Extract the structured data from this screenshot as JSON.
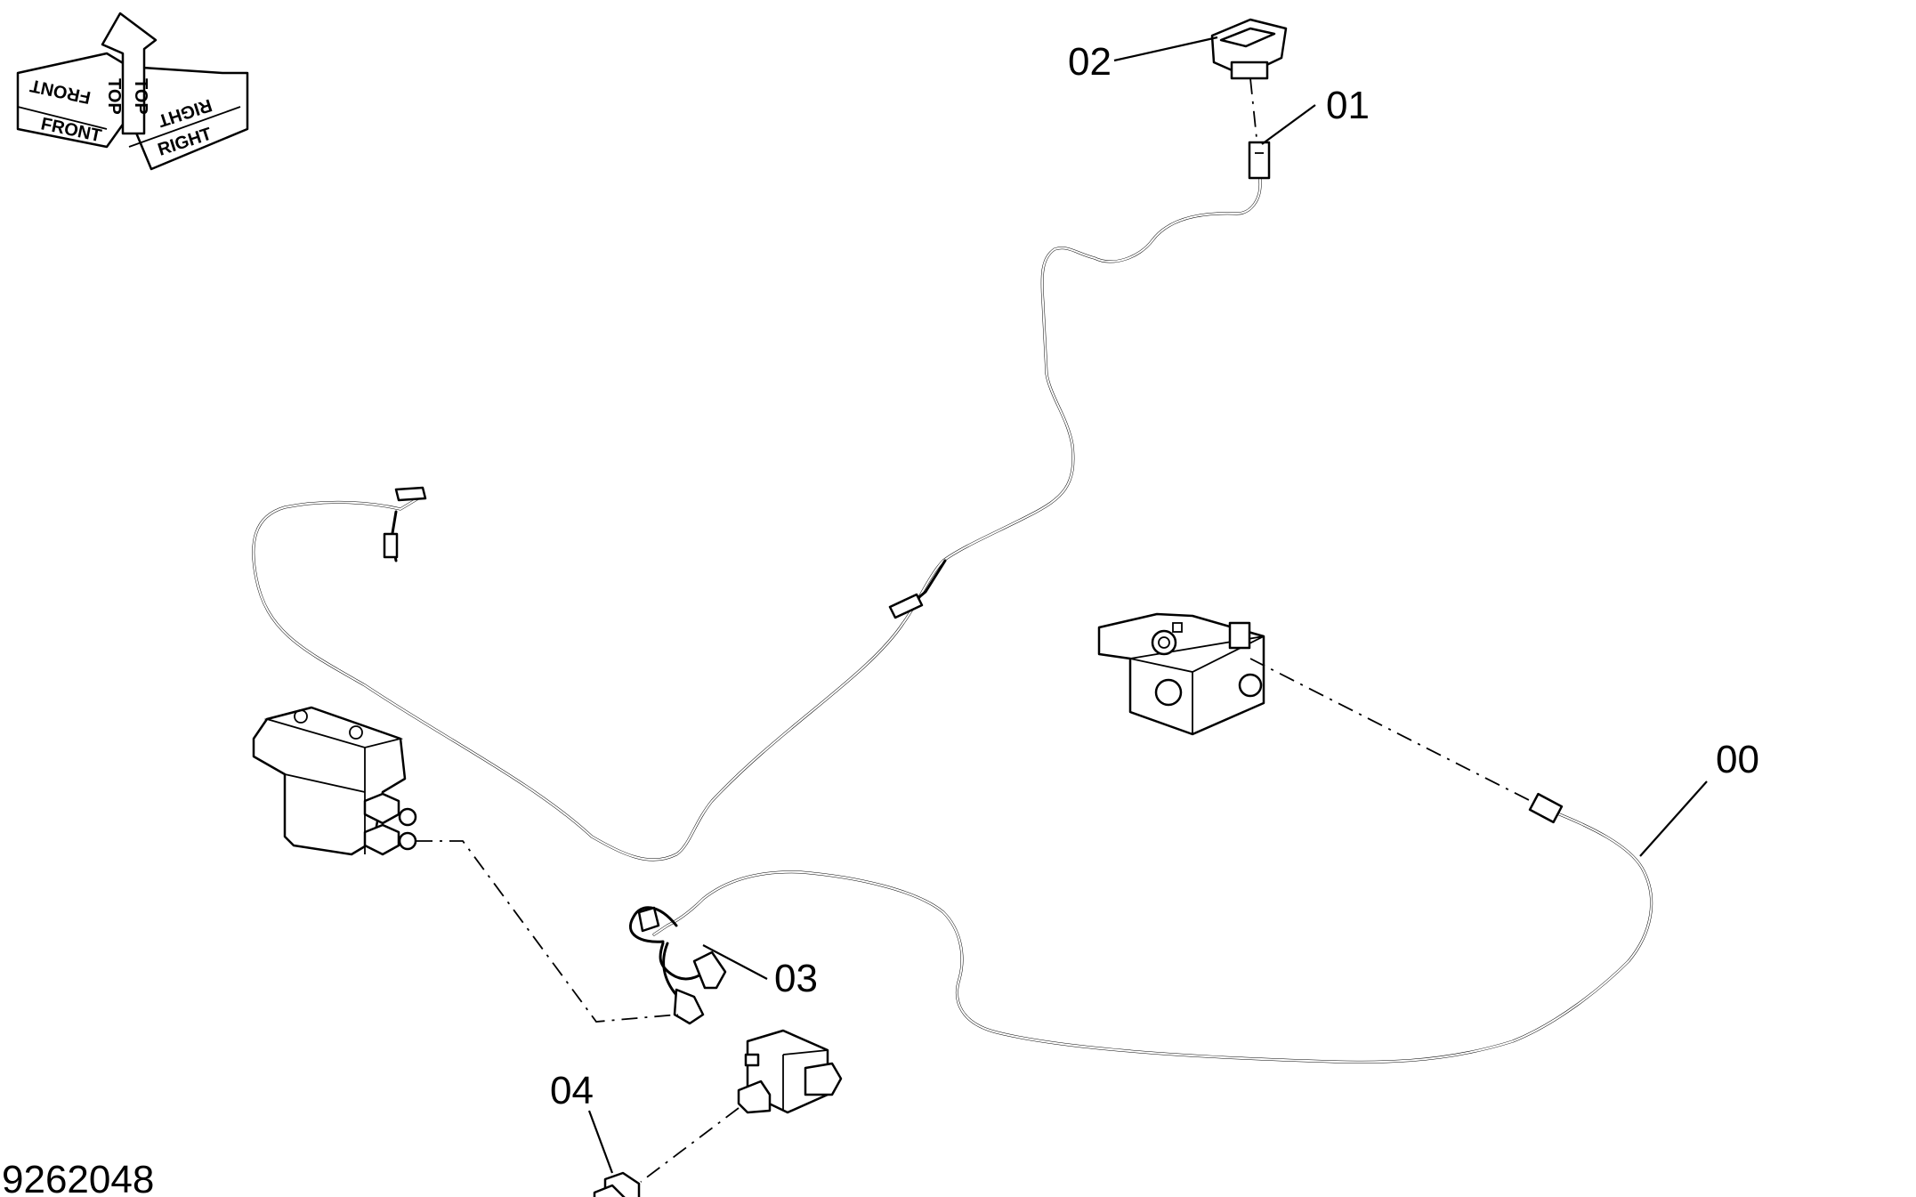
{
  "drawing_number": "9262048",
  "orientation": {
    "front": "FRONT",
    "top": "TOP",
    "right": "RIGHT"
  },
  "callouts": [
    {
      "id": "00",
      "label": "00"
    },
    {
      "id": "01",
      "label": "01"
    },
    {
      "id": "02",
      "label": "02"
    },
    {
      "id": "03",
      "label": "03"
    },
    {
      "id": "04",
      "label": "04"
    }
  ]
}
